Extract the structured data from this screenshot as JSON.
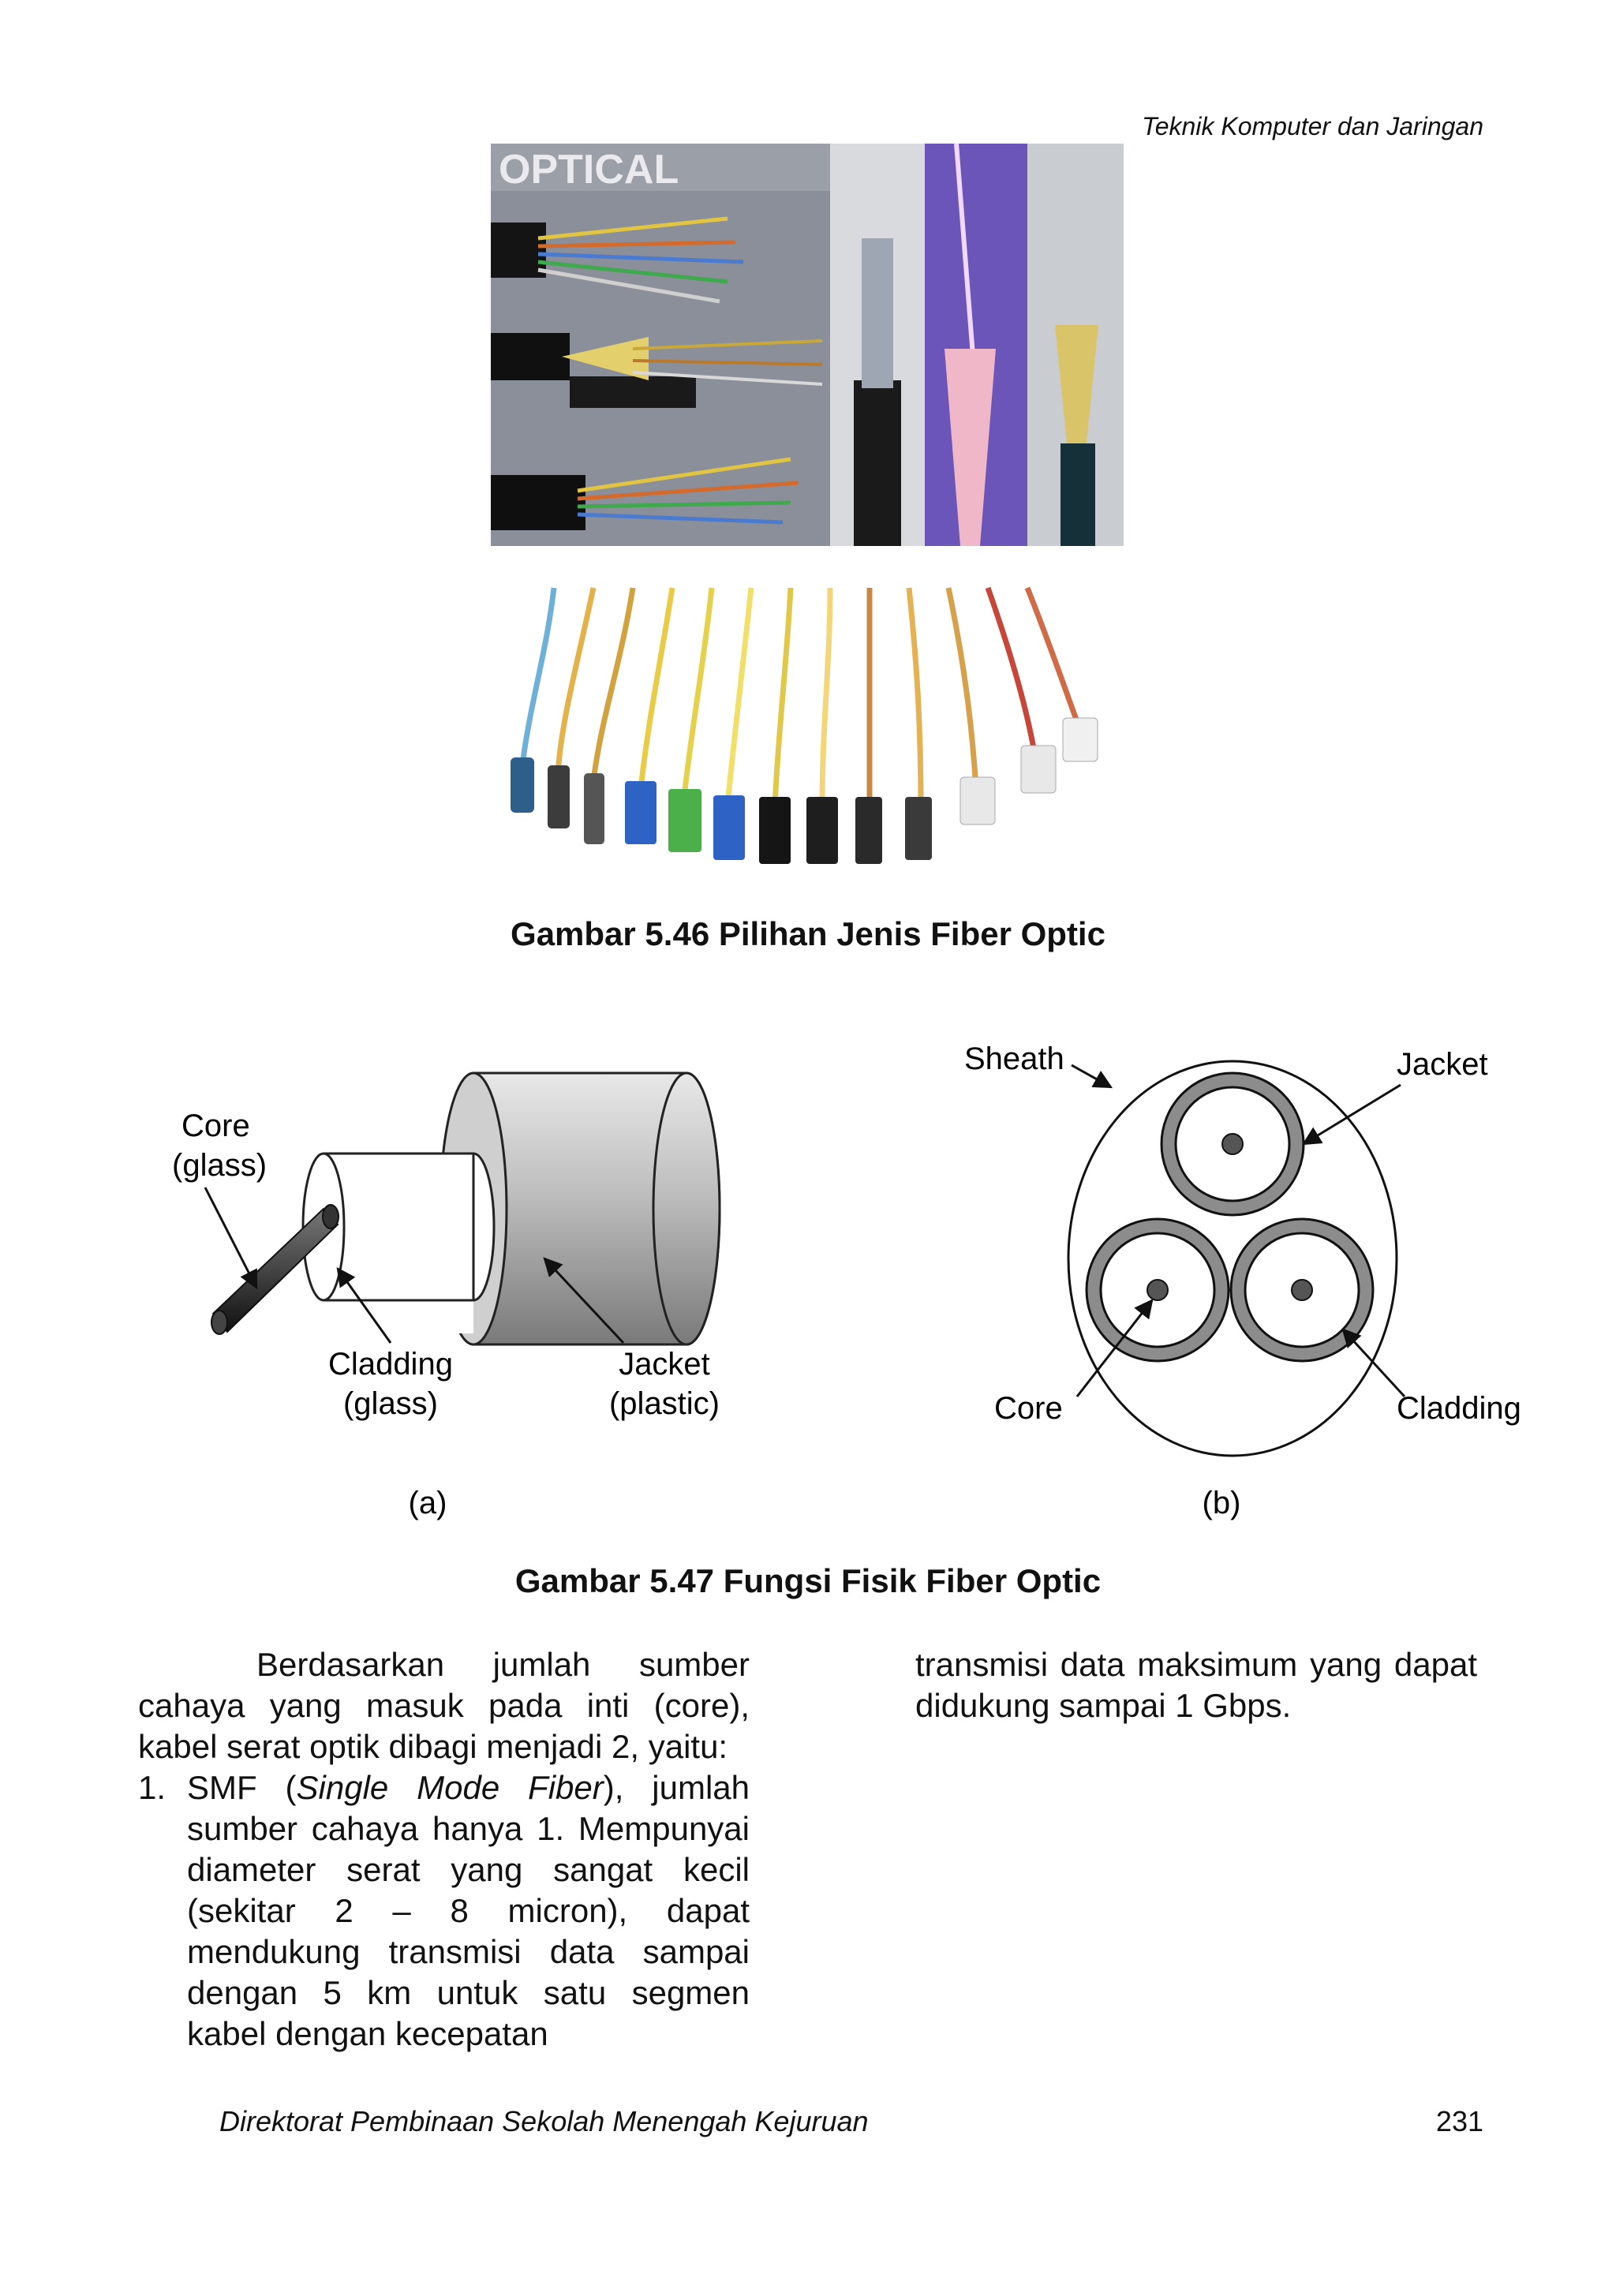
{
  "header": {
    "running_title": "Teknik Komputer dan Jaringan"
  },
  "photo_optical": {
    "label": "OPTICAL"
  },
  "figure_546": {
    "caption": "Gambar 5.46 Pilihan Jenis Fiber Optic"
  },
  "figure_547": {
    "caption": "Gambar 5.47 Fungsi Fisik Fiber Optic",
    "panel_a": {
      "sublabel": "(a)",
      "core_line1": "Core",
      "core_line2": "(glass)",
      "cladding_line1": "Cladding",
      "cladding_line2": "(glass)",
      "jacket_line1": "Jacket",
      "jacket_line2": "(plastic)"
    },
    "panel_b": {
      "sublabel": "(b)",
      "sheath": "Sheath",
      "jacket": "Jacket",
      "core": "Core",
      "cladding": "Cladding"
    }
  },
  "body": {
    "intro": "Berdasarkan jumlah sumber cahaya yang masuk pada inti (core), kabel serat optik dibagi menjadi 2, yaitu:",
    "item1_number": "1.",
    "item1_abbr": "SMF (",
    "item1_italic": "Single Mode Fiber",
    "item1_rest": "), jumlah sumber cahaya hanya 1. Mempunyai diameter serat yang sangat kecil (sekitar 2  – 8 micron), dapat mendukung transmisi data sampai dengan 5 km untuk satu segmen kabel dengan kecepatan",
    "right_column": "transmisi data maksimum yang dapat didukung sampai 1 Gbps."
  },
  "footer": {
    "left": "Direktorat Pembinaan Sekolah Menengah Kejuruan",
    "page_number": "231"
  }
}
